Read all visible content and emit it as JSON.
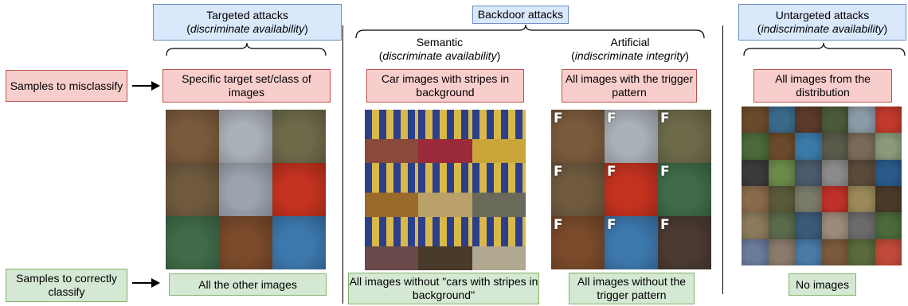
{
  "targeted": {
    "title_line1": "Targeted attacks",
    "title_line2": "discriminate availability",
    "target_box": "Specific target set/class of images",
    "correct_box": "All the other images",
    "tiles": [
      "#7a5a3c",
      "#a9b0b6",
      "#6d6a4a",
      "#6f5a3e",
      "#9aa3ae",
      "#c3321f",
      "#3f6b48",
      "#7a4a2a",
      "#3d78ad"
    ]
  },
  "backdoor": {
    "title": "Backdoor attacks",
    "semantic": {
      "title_line1": "Semantic",
      "title_line2": "discriminate availability",
      "target_box": "Car images with stripes in background",
      "correct_box": "All images without \"cars with stripes in background\"",
      "tiles": [
        "#8a4a3a",
        "#9a2a3a",
        "#c9a53a",
        "#9a6a2a",
        "#b8a068",
        "#6a6a5a",
        "#6a4a4a",
        "#4a3a2a",
        "#b0a890"
      ]
    },
    "artificial": {
      "title_line1": "Artificial",
      "title_line2": "indiscriminate integrity",
      "target_box": "All images with the trigger pattern",
      "correct_box": "All images without the trigger pattern",
      "trigger_letter": "F",
      "tiles": [
        "#7a5a3c",
        "#a9b0b6",
        "#6d6a4a",
        "#6f5a3e",
        "#c3321f",
        "#3f6b48",
        "#7a4a2a",
        "#3d78ad",
        "#4a3a32"
      ]
    }
  },
  "untargeted": {
    "title_line1": "Untargeted attacks",
    "title_line2": "indiscriminate availability",
    "target_box": "All images from the distribution",
    "correct_box": "No images",
    "tiles": [
      "#6a4a2a",
      "#3a6a8a",
      "#5a3a2a",
      "#4a5a3a",
      "#8a9aa6",
      "#c0392b",
      "#4a6a3a",
      "#6a4a2a",
      "#3a7aa6",
      "#5a5a4a",
      "#7a6a5a",
      "#8a9a7a",
      "#3a3a3a",
      "#6a8a4a",
      "#4a5a6a",
      "#8a8a8a",
      "#5a4a3a",
      "#2a5a8a",
      "#8a6a4a",
      "#5a5a3a",
      "#7a7a6a",
      "#c0302a",
      "#9a8a5a",
      "#4a3a2a",
      "#8a7a5a",
      "#5a6a4a",
      "#3a5a7a",
      "#9a8a7a",
      "#6a6a6a",
      "#4a6a3a",
      "#6a7a9a",
      "#8a7a6a",
      "#4a7aa6",
      "#7a5a3a",
      "#5a6a3a",
      "#c04a3a"
    ]
  },
  "rows": {
    "misclassify": "Samples to misclassify",
    "correctly": "Samples to correctly classify"
  }
}
